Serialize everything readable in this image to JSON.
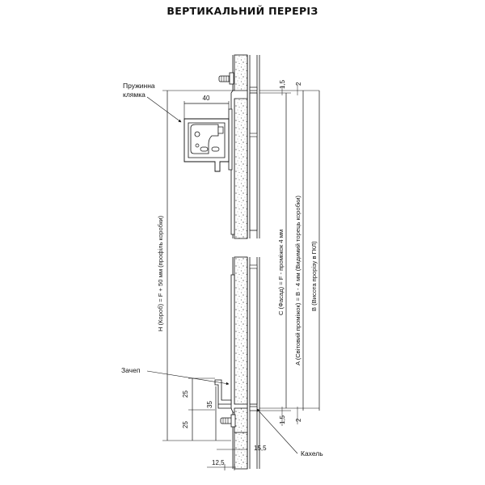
{
  "title": "ВЕРТИКАЛЬНИЙ ПЕРЕРІЗ",
  "labels": {
    "spring_latch_line1": "Пружинна",
    "spring_latch_line2": "клямка",
    "hook": "Зачеп",
    "tile": "Кахель"
  },
  "dimensions": {
    "latch_width": "40",
    "top_gap_1_5": "1,5",
    "top_gap_2": "2",
    "bottom_gap_1_5": "1,5",
    "bottom_gap_2": "2",
    "hook_25_top": "25",
    "hook_35": "35",
    "hook_25_bottom": "25",
    "bottom_15_5": "15,5",
    "bottom_12_5": "12,5"
  },
  "vertical_labels": {
    "h_box": "H (Короб) = F + 50 мм (профіль коробки)",
    "c_facade": "C (Фасад) = F - проміжок 4 мм",
    "a_opening": "A (Світовий проміжок) = B - 4 мм (Видимий торець коробки)",
    "b_opening": "B (Висота прорізу в ГКЛ)"
  }
}
